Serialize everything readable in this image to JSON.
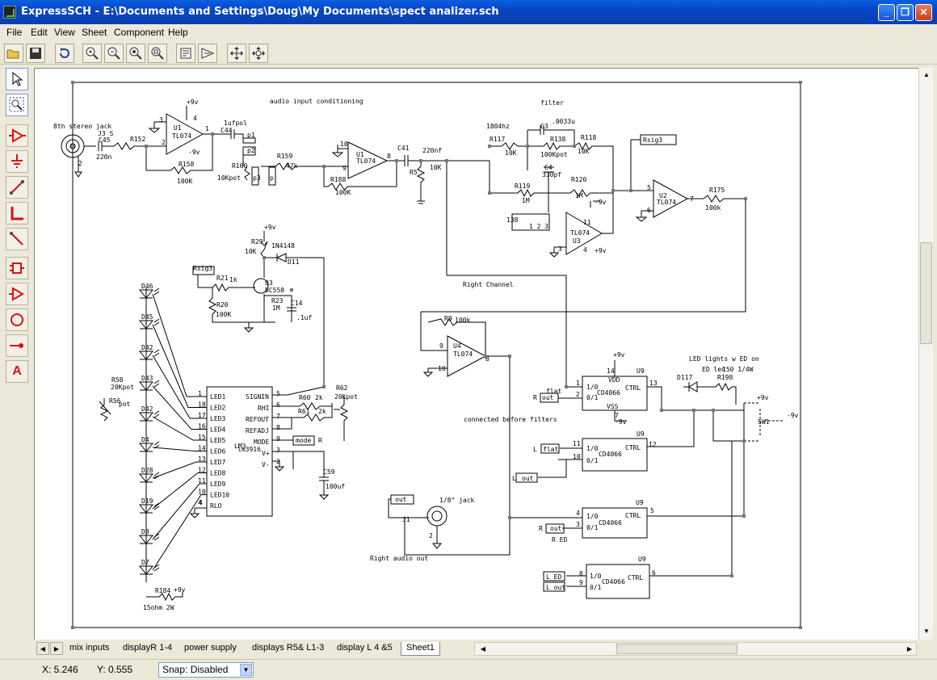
{
  "window": {
    "title": "ExpressSCH - E:\\Documents and Settings\\Doug\\My Documents\\spect analizer.sch",
    "min_glyph": "_",
    "max_glyph": "❐",
    "close_glyph": "✕"
  },
  "menu": [
    "File",
    "Edit",
    "View",
    "Sheet",
    "Component",
    "Help"
  ],
  "toolbar_icons": [
    "open-folder-icon",
    "save-icon",
    "undo-icon",
    "zoom-in-icon",
    "zoom-out-icon",
    "zoom-fit-icon",
    "zoom-page-icon",
    "properties-icon",
    "flip-icon",
    "move-icon",
    "rotate-icon"
  ],
  "left_tools": [
    "select-arrow-icon",
    "select-area-icon",
    "component-icon",
    "ground-icon",
    "wire-icon",
    "bus-icon",
    "bus-entry-icon",
    "part-icon",
    "amplifier-icon",
    "circle-icon",
    "junction-icon",
    "text-icon"
  ],
  "sheet_tabs": [
    "mix inputs",
    "displayR 1-4",
    "power supply",
    "displays R5& L1-3",
    "display L 4 &5",
    "Sheet1"
  ],
  "active_tab": "Sheet1",
  "status": {
    "x_label": "X: 5.246",
    "y_label": "Y: 0.555",
    "snap_label": "Snap:",
    "snap_value": "Disabled"
  },
  "schematic": {
    "labels": {
      "audio_title": "audio input conditioning",
      "filter_title": "filter",
      "freq": "1804hz",
      "stereo_jack": "8th stereo jack",
      "j3": "J3 S",
      "c45": "C45",
      "c45v": "220n",
      "r152": "R152",
      "u1": "U1",
      "tl074_a": "TL074",
      "c44": "C44",
      "c44v": "1ufpol",
      "p1": "p1",
      "p2": "p2",
      "p3": "p3",
      "r158": "R158",
      "r158v": "100K",
      "r160": "R160",
      "r160v": "10Kpot",
      "r159": "R159",
      "r159v": "47k",
      "r188": "R188",
      "r188v": "100K",
      "tl074_b": "TL074",
      "c41": "C41",
      "c41v": "220nf",
      "r5": "R5",
      "r5v": "10K",
      "r117": "R117",
      "r117v": "10K",
      "c3": "C3",
      "c3v": ".0033u",
      "r138": "R138",
      "r138v": "100Kpot",
      "r118": "R118",
      "r118v": "10K",
      "c4": "C4",
      "c4v": "330pf",
      "r119": "R119",
      "r119v": "1M",
      "r120": "R120",
      "r120v": "1M",
      "rsig3_top": "Rsig3",
      "u2": "U2",
      "tl074_c": "TL074",
      "r175": "R175",
      "r175v": "100k",
      "u3": "U3",
      "tl074_d": "TL074",
      "r29": "R29",
      "r29v": "10K",
      "d1n": "1N4148",
      "d11": "D11",
      "rsig3_mid": "Rsig3",
      "r21": "R21",
      "r21v": "1k",
      "q3": "Q3",
      "bc558": "BC558",
      "r20": "R20",
      "r20v": "100K",
      "r23": "R23",
      "r23v": "1M",
      "c14": "C14",
      "c14v": ".1uf",
      "right_channel": "Right Channel",
      "r9": "R9",
      "r9v": "100k",
      "u4": "U4",
      "tl074_e": "TL074",
      "led_lights": "LED lights w ED on",
      "ed_led": "ED led",
      "r150": "150 1/4W",
      "d117": "D117",
      "r198": "R198",
      "flat": "flat",
      "out1": "out",
      "r_lbl": "R",
      "connected": "connected before filters",
      "l_lbl": "L",
      "flat2": "flat",
      "out2": "out",
      "out3": "out",
      "out4": "out",
      "r_ed": "R ED",
      "l_ed": "L ED",
      "l_out": "L out",
      "r58": "R58",
      "r58v": "20Kpot",
      "r56": "R56",
      "r56v": "pot",
      "lm3": "LM3",
      "lm3916": "lm3916",
      "r60": "R60",
      "r60v": "2k",
      "r61": "R61",
      "r61v": "2k",
      "r62": "R62",
      "r62v": "20Kpot",
      "mode": "mode",
      "r_mode": "R",
      "c59": "C59",
      "c59v": "100uf",
      "jack18": "1/8\" jack",
      "right_out": "Right audio out",
      "r184": "R184",
      "r184v": "15ohm 2W",
      "p9v": "+9v",
      "cd4066": "CD4066",
      "u9": "U9"
    },
    "led_names": [
      "D46",
      "D45",
      "D42",
      "D43",
      "D42",
      "D4",
      "D28",
      "D19",
      "D8",
      "D7"
    ],
    "lm_pins": [
      "LED1",
      "LED2",
      "LED3",
      "LED4",
      "LED5",
      "LED6",
      "LED7",
      "LED8",
      "LED9",
      "LED10",
      "RLO"
    ],
    "lm_right_pins": [
      "SIGNIN",
      "RHI",
      "REFOUT",
      "REFADJ",
      "MODE",
      "V+",
      "V-"
    ]
  }
}
